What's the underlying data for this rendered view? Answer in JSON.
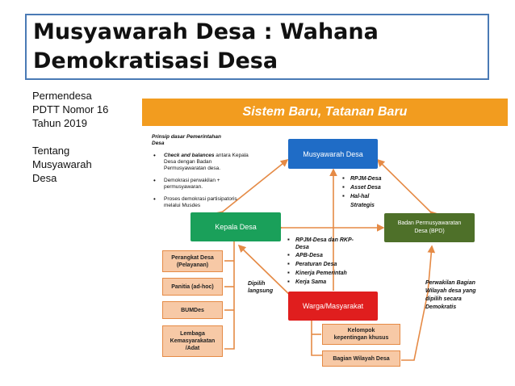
{
  "title": {
    "line1": "Musyawarah Desa : Wahana",
    "line2": "Demokratisasi Desa"
  },
  "side_text": {
    "line1": "Permendesa",
    "line2": "PDTT Nomor 16",
    "line3": "Tahun 2019",
    "line4": "Tentang",
    "line5": "Musyawarah",
    "line6": "Desa"
  },
  "banner": "Sistem Baru, Tatanan Baru",
  "principles": {
    "heading1": "Prinsip dasar Pemerintahan",
    "heading2": "Desa",
    "b1_part1": "Check and balances",
    "b1_part2": " antara Kepala",
    "b1_line2": "Desa dengan Badan",
    "b1_line3": "Permusyawaratan desa.",
    "b2_line1": "Demokrasi perwakilan +",
    "b2_line2": "permusyawaran.",
    "b3_line1": "Proses demokrasi partisipatoris",
    "b3_line2": "melalui Musdes"
  },
  "nodes": {
    "musdes": "Musyawarah Desa",
    "kepala": "Kepala Desa",
    "bpd_line1": "Badan Permusyawaratan",
    "bpd_line2": "Desa (BPD)",
    "warga": "Warga/Masyarakat"
  },
  "musdes_items": [
    "RPJM-Desa",
    "Asset Desa",
    "Hal-hal",
    "Strategis"
  ],
  "kepala_items": [
    "RPJM-Desa dan RKP-",
    "Desa",
    "APB-Desa",
    "Peraturan Desa",
    "Kinerja Pemerintah",
    "Kerja Sama"
  ],
  "dipilih": {
    "line1": "Dipilih",
    "line2": "langsung"
  },
  "perwakilan": {
    "line1": "Perwakilan Bagian",
    "line2": "Wilayah desa yang",
    "line3": "dipilih secara",
    "line4": "Demokratis"
  },
  "left_boxes": {
    "perangkat_line1": "Perangkat Desa",
    "perangkat_line2": "(Pelayanan)",
    "panitia": "Panitia (ad-hoc)",
    "bumdes": "BUMDes",
    "lembaga_line1": "Lembaga",
    "lembaga_line2": "Kemasyarakatan",
    "lembaga_line3": "/Adat"
  },
  "bottom_boxes": {
    "kelompok_line1": "Kelompok",
    "kelompok_line2": "kepentingan khusus",
    "bagian": "Bagian Wilayah Desa"
  },
  "colors": {
    "banner": "#f29c1f",
    "musdes": "#1f6cc6",
    "kepala": "#1aa05a",
    "bpd": "#4e7029",
    "warga": "#e01e1e",
    "peach": "#f7c9a6",
    "arrow": "#e58a45"
  }
}
